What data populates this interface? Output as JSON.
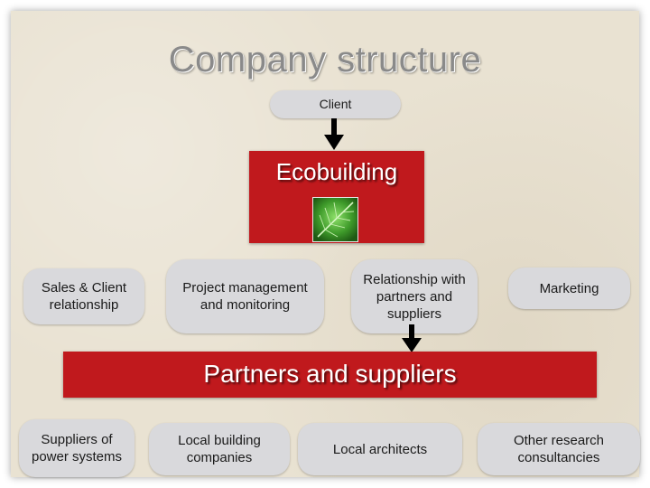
{
  "title": "Company structure",
  "client": "Client",
  "ecobuilding": "Ecobuilding",
  "functions": [
    "Sales & Client relationship",
    "Project management and monitoring",
    "Relationship with partners and suppliers",
    "Marketing"
  ],
  "partners_header": "Partners and suppliers",
  "partners": [
    "Suppliers of power systems",
    "Local building companies",
    "Local architects",
    "Other research consultancies"
  ],
  "colors": {
    "accent_red": "#c0191d",
    "pill_gray": "#d9d9dc",
    "background": "#e9e2d2",
    "title_gray": "#8a8a8a"
  },
  "icons": [
    "down-arrow-icon",
    "leaf-icon"
  ]
}
